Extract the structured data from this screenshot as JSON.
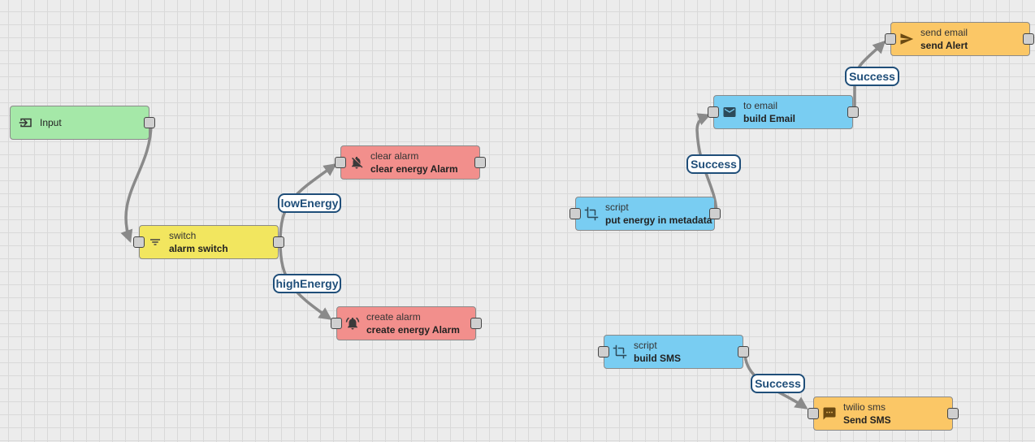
{
  "colors": {
    "input": "#a5e8a8",
    "filter": "#f2e65f",
    "action": "#f28f8c",
    "transform": "#79cdf2",
    "external": "#fbc766",
    "wire": "#8a8a8a",
    "label": "#1f4e79"
  },
  "nodes": {
    "input": {
      "name": "Input",
      "icon": "input-icon"
    },
    "switch": {
      "type": "switch",
      "name": "alarm switch",
      "icon": "filter-icon"
    },
    "clear_alarm": {
      "type": "clear alarm",
      "name": "clear energy Alarm",
      "icon": "alarm-off-icon"
    },
    "create_alarm": {
      "type": "create alarm",
      "name": "create energy Alarm",
      "icon": "alarm-icon"
    },
    "script_meta": {
      "type": "script",
      "name": "put energy in metadata",
      "icon": "transform-icon"
    },
    "to_email": {
      "type": "to email",
      "name": "build Email",
      "icon": "email-icon"
    },
    "send_email": {
      "type": "send email",
      "name": "send Alert",
      "icon": "send-icon"
    },
    "script_sms": {
      "type": "script",
      "name": "build SMS",
      "icon": "transform-icon"
    },
    "twilio_sms": {
      "type": "twilio sms",
      "name": "Send SMS",
      "icon": "sms-icon"
    }
  },
  "connections": {
    "low_energy": "lowEnergy",
    "high_energy": "highEnergy",
    "meta_success": "Success",
    "email_success": "Success",
    "sms_success": "Success"
  }
}
